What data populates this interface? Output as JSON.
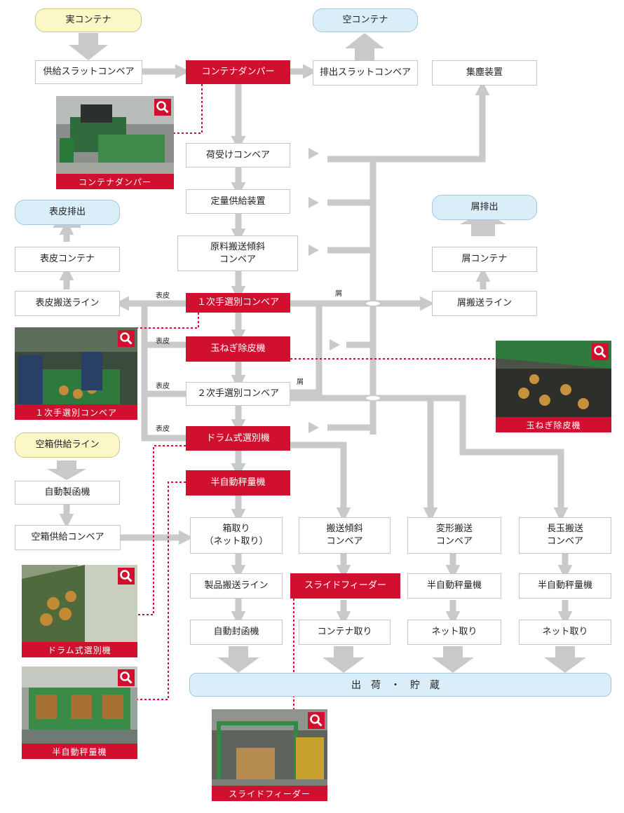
{
  "flow": {
    "real_container": "実コンテナ",
    "empty_container": "空コンテナ",
    "supply_slat_conveyor": "供給スラットコンベア",
    "container_dumper": "コンテナダンパー",
    "discharge_slat_conveyor": "排出スラットコンベア",
    "dust_collector": "集塵装置",
    "receiving_conveyor": "荷受けコンベア",
    "metered_feeder": "定量供給装置",
    "incline_conveyor": "原料搬送傾斜\nコンベア",
    "first_sorting_conveyor": "１次手選別コンベア",
    "onion_peeler": "玉ねぎ除皮機",
    "second_sorting_conveyor": "２次手選別コンベア",
    "drum_sorter": "ドラム式選別機",
    "semi_auto_weigher_main": "半自動秤量機",
    "peel_discharge": "表皮排出",
    "peel_container": "表皮コンテナ",
    "peel_line": "表皮搬送ライン",
    "waste_discharge": "屑排出",
    "waste_container": "屑コンテナ",
    "waste_line": "屑搬送ライン",
    "empty_box_supply_line": "空箱供給ライン",
    "box_maker": "自動製函機",
    "empty_box_conveyor": "空箱供給コンベア",
    "box_take": "箱取り\n（ネット取り）",
    "product_line": "製品搬送ライン",
    "auto_sealer": "自動封函機",
    "transport_incline": "搬送傾斜\nコンベア",
    "slide_feeder": "スライドフィーダー",
    "container_take": "コンテナ取り",
    "deformed_conveyor": "変形搬送\nコンベア",
    "semi_auto_weigher_2": "半自動秤量機",
    "net_take_1": "ネット取り",
    "long_conveyor": "長玉搬送\nコンベア",
    "semi_auto_weigher_3": "半自動秤量機",
    "net_take_2": "ネット取り",
    "shipping": "出荷・貯蔵"
  },
  "labels": {
    "peel_1": "表皮",
    "peel_2": "表皮",
    "peel_3": "表皮",
    "peel_4": "表皮",
    "waste_1": "屑",
    "waste_2": "屑"
  },
  "photos": {
    "dumper": "コンテナダンパー",
    "first_sorting": "１次手選別コンベア",
    "peeler": "玉ねぎ除皮機",
    "drum": "ドラム式選別機",
    "weigher": "半自動秤量機",
    "slide": "スライドフィーダー"
  },
  "colors": {
    "accent_red": "#d0102e",
    "flow_gray": "#c9c9c9",
    "start_yellow": "#fcf7c6",
    "end_blue": "#d9eef9"
  },
  "icons": {
    "photo_zoom": "magnifier-icon"
  }
}
